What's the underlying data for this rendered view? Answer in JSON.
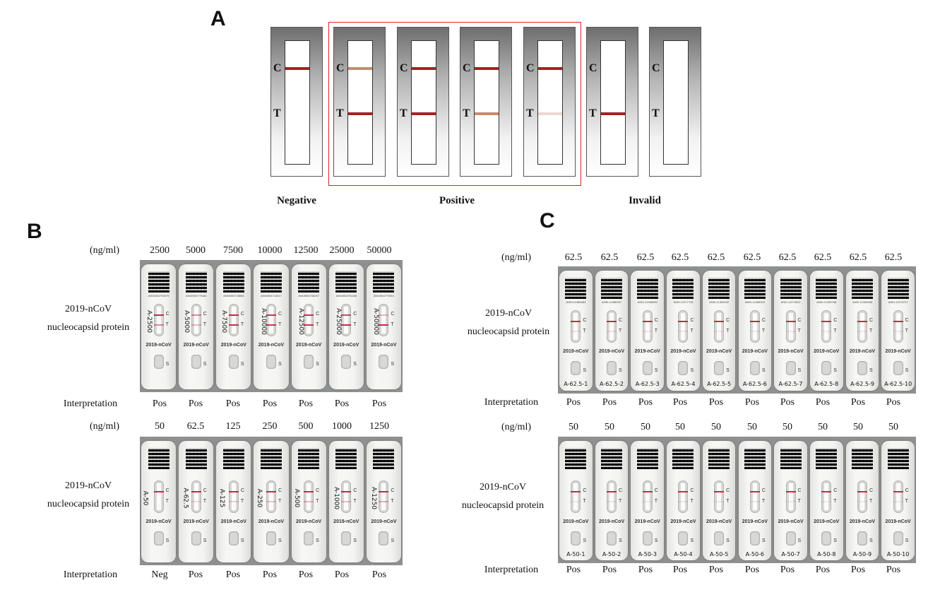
{
  "panel_a": {
    "letter": "A",
    "strips": [
      {
        "C": "#a82024",
        "T": null
      },
      {
        "C": "#c98a6e",
        "T": "#a82024"
      },
      {
        "C": "#a82024",
        "T": "#a82024"
      },
      {
        "C": "#a82024",
        "T": "#c98a6e"
      },
      {
        "C": "#a82024",
        "T": "#ecd8d2"
      },
      {
        "C": null,
        "T": "#a82024"
      },
      {
        "C": null,
        "T": null
      }
    ],
    "line_labels": {
      "c": "C",
      "t": "T"
    },
    "categories": {
      "negative": "Negative",
      "positive": "Positive",
      "invalid": "Invalid"
    },
    "highlight_color": "#e02020"
  },
  "panel_b": {
    "letter": "B",
    "unit": "(ng/ml)",
    "analyte": [
      "2019-nCoV",
      "nucleocapsid protein"
    ],
    "row_label": "Interpretation",
    "brand": "2019-nCoV",
    "rows": [
      {
        "concentrations": [
          "2500",
          "5000",
          "7500",
          "10000",
          "12500",
          "25000",
          "50000"
        ],
        "interpretations": [
          "Pos",
          "Pos",
          "Pos",
          "Pos",
          "Pos",
          "Pos",
          "Pos"
        ],
        "sample_labels": [
          "A-2500",
          "A-5000",
          "A-7500",
          "A-10000",
          "A-12500",
          "A-25000",
          "A-50000"
        ],
        "serials": [
          "ANDM54790675",
          "ANDM54775184",
          "ANDM54728661",
          "ANDM54718517",
          "ANDM54708257",
          "ANDM54751168",
          "ANDM54779601"
        ],
        "t_intensity": [
          0.5,
          0.3,
          0.9,
          0.9,
          0.9,
          0.95,
          0.95
        ],
        "c_intensity": [
          0.95,
          0.5,
          0.95,
          0.9,
          0.9,
          0.8,
          0.3
        ]
      },
      {
        "concentrations": [
          "50",
          "62.5",
          "125",
          "250",
          "500",
          "1000",
          "1250"
        ],
        "interpretations": [
          "Neg",
          "Pos",
          "Pos",
          "Pos",
          "Pos",
          "Pos",
          "Pos"
        ],
        "sample_labels": [
          "A-50",
          "A-62.5",
          "A-125",
          "A-250",
          "A-500",
          "A-1000",
          "A-1250"
        ],
        "serials": [
          "",
          "",
          "",
          "",
          "",
          "",
          ""
        ],
        "t_intensity": [
          0,
          0.15,
          0.2,
          0.25,
          0.3,
          0.3,
          0.35
        ],
        "c_intensity": [
          0.95,
          0.95,
          0.95,
          0.95,
          0.95,
          0.95,
          0.95
        ]
      }
    ]
  },
  "panel_c": {
    "letter": "C",
    "unit": "(ng/ml)",
    "analyte": [
      "2019-nCoV",
      "nucleocapsid protein"
    ],
    "row_label": "Interpretation",
    "brand": "2019-nCoV",
    "rows": [
      {
        "concentrations": [
          "62.5",
          "62.5",
          "62.5",
          "62.5",
          "62.5",
          "62.5",
          "62.5",
          "62.5",
          "62.5",
          "62.5"
        ],
        "interpretations": [
          "Pos",
          "Pos",
          "Pos",
          "Pos",
          "Pos",
          "Pos",
          "Pos",
          "Pos",
          "Pos",
          "Pos"
        ],
        "sample_labels": [
          "A-62.5-1",
          "A-62.5-2",
          "A-62.5-3",
          "A-62.5-4",
          "A-62.5-5",
          "A-62.5-6",
          "A-62.5-7",
          "A-62.5-8",
          "A-62.5-9",
          "A-62.5-10"
        ],
        "serials": [
          "ANEL11385584",
          "ANEL11386337",
          "ANEL11368990",
          "ANEL11377725",
          "ANEL11369232",
          "ANEL11385309",
          "ANEL11379812",
          "ANEL11369768",
          "ANEL11354948",
          "ANEL11375707"
        ],
        "t_intensity": [
          0.12,
          0.12,
          0.1,
          0.1,
          0.1,
          0.1,
          0.1,
          0.1,
          0.1,
          0.1
        ],
        "c_intensity": [
          0.95,
          0.95,
          0.95,
          0.95,
          0.95,
          0.95,
          0.95,
          0.95,
          0.95,
          0.95
        ]
      },
      {
        "concentrations": [
          "50",
          "50",
          "50",
          "50",
          "50",
          "50",
          "50",
          "50",
          "50",
          "50"
        ],
        "interpretations": [
          "Pos",
          "Pos",
          "Pos",
          "Pos",
          "Pos",
          "Pos",
          "Pos",
          "Pos",
          "Pos",
          "Pos"
        ],
        "sample_labels": [
          "A-50-1",
          "A-50-2",
          "A-50-3",
          "A-50-4",
          "A-50-5",
          "A-50-6",
          "A-50-7",
          "A-50-8",
          "A-50-9",
          "A-50-10"
        ],
        "serials": [
          "",
          "",
          "",
          "",
          "",
          "",
          "",
          "",
          "",
          ""
        ],
        "t_intensity": [
          0.1,
          0.1,
          0.1,
          0.1,
          0.1,
          0.1,
          0.1,
          0.1,
          0.1,
          0.1
        ],
        "c_intensity": [
          0.95,
          0.95,
          0.95,
          0.95,
          0.95,
          0.95,
          0.95,
          0.95,
          0.95,
          0.95
        ]
      }
    ]
  }
}
